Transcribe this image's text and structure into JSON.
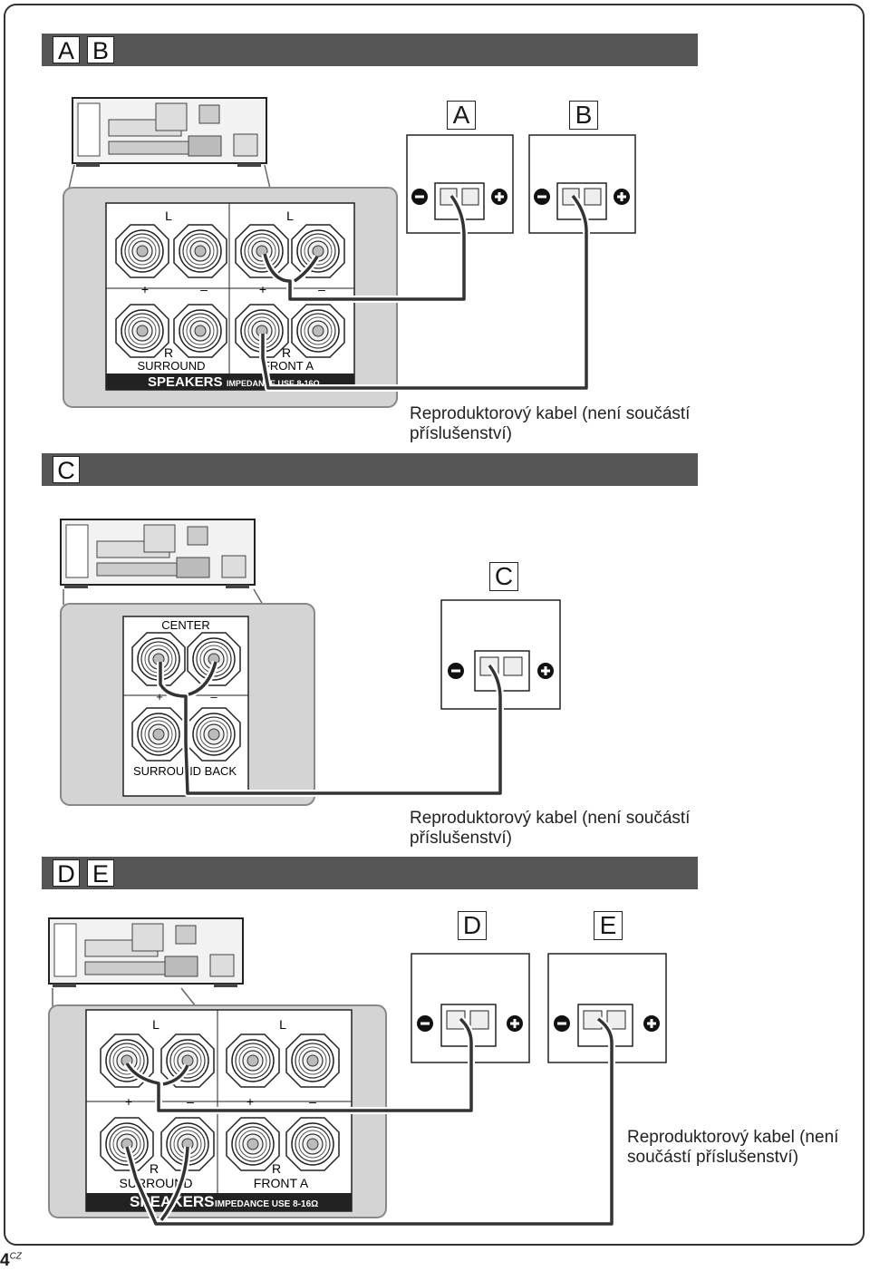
{
  "sections": {
    "ab": {
      "letters": [
        "A",
        "B"
      ]
    },
    "c": {
      "letters": [
        "C"
      ]
    },
    "de": {
      "letters": [
        "D",
        "E"
      ]
    }
  },
  "speakers": {
    "a": "A",
    "b": "B",
    "c": "C",
    "d": "D",
    "e": "E"
  },
  "panel_ab": {
    "l1": "L",
    "l2": "L",
    "plus1": "+",
    "minus1": "–",
    "plus2": "+",
    "minus2": "–",
    "r1": "R",
    "r2": "R",
    "surround": "SURROUND",
    "front": "FRONT A",
    "speakers": "SPEAKERS",
    "impedance": "IMPEDANCE USE 8-16Ω"
  },
  "panel_c": {
    "center": "CENTER",
    "plus": "+",
    "minus": "–",
    "surround_back": "SURROUND BACK"
  },
  "panel_de": {
    "l1": "L",
    "l2": "L",
    "plus1": "+",
    "minus1": "–",
    "plus2": "+",
    "minus2": "–",
    "r1": "R",
    "r2": "R",
    "surround": "SURROUND",
    "front": "FRONT A",
    "speakers": "SPEAKERS",
    "impedance": "IMPEDANCE USE 8-16Ω"
  },
  "captions": {
    "ab": [
      "Reproduktorový kabel (není součástí",
      "příslušenství)"
    ],
    "c": [
      "Reproduktorový kabel (není součástí",
      "příslušenství)"
    ],
    "de": [
      "Reproduktorový kabel (není",
      "součástí příslušenství)"
    ]
  },
  "page": {
    "number": "4",
    "suffix": "CZ"
  },
  "colors": {
    "bar": "#555555",
    "panel": "#d4d4d4",
    "cable": "#333333"
  }
}
